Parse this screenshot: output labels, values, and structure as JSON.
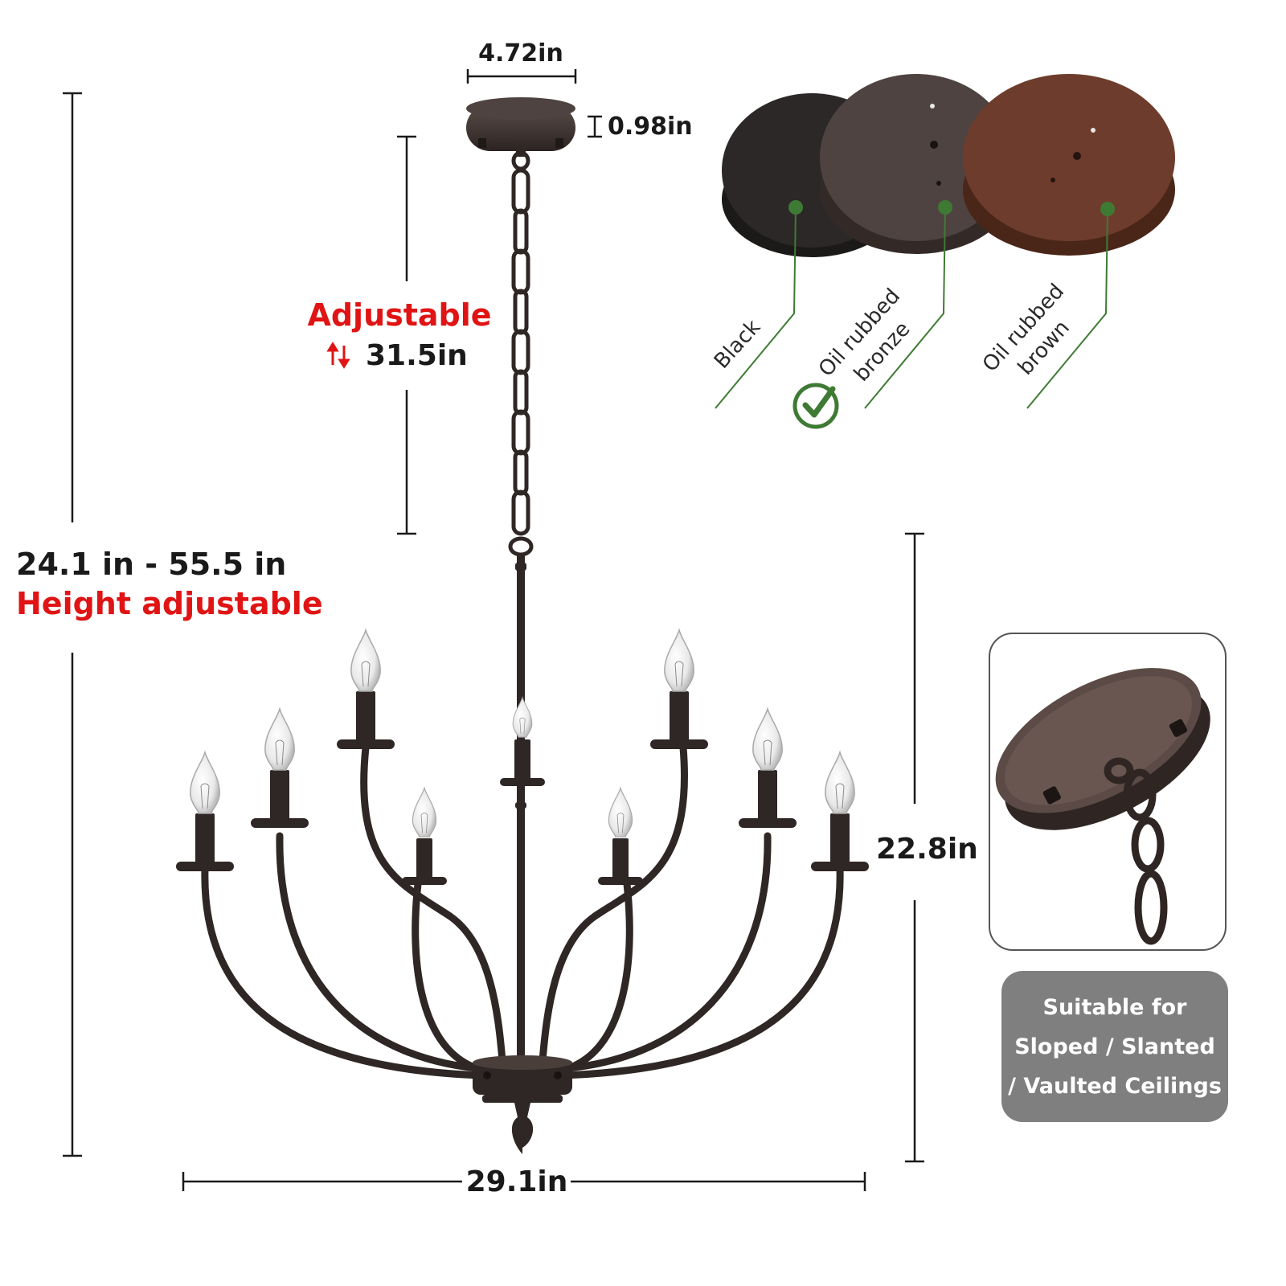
{
  "dimensions": {
    "canopy_width": "4.72in",
    "canopy_height": "0.98in",
    "chain_adjustable_label": "Adjustable",
    "chain_length": "31.5in",
    "total_height_range": "24.1 in - 55.5 in",
    "total_height_label": "Height adjustable",
    "body_height": "22.8in",
    "body_width": "29.1in"
  },
  "finishes": [
    {
      "label": "Black",
      "color": "#2b2827",
      "selected": false
    },
    {
      "label_line1": "Oil rubbed",
      "label_line2": "bronze",
      "color": "#4e4340",
      "selected": true
    },
    {
      "label_line1": "Oil rubbed",
      "label_line2": "brown",
      "color": "#6e3c2c",
      "selected": false
    }
  ],
  "badge": {
    "line1": "Suitable for",
    "line2": "Sloped / Slanted",
    "line3": "/ Vaulted Ceilings"
  },
  "colors": {
    "metal": "#3a302d",
    "accent_red": "#e01414",
    "indicator_green": "#3f7a34",
    "badge_bg": "#7f7f7f"
  }
}
